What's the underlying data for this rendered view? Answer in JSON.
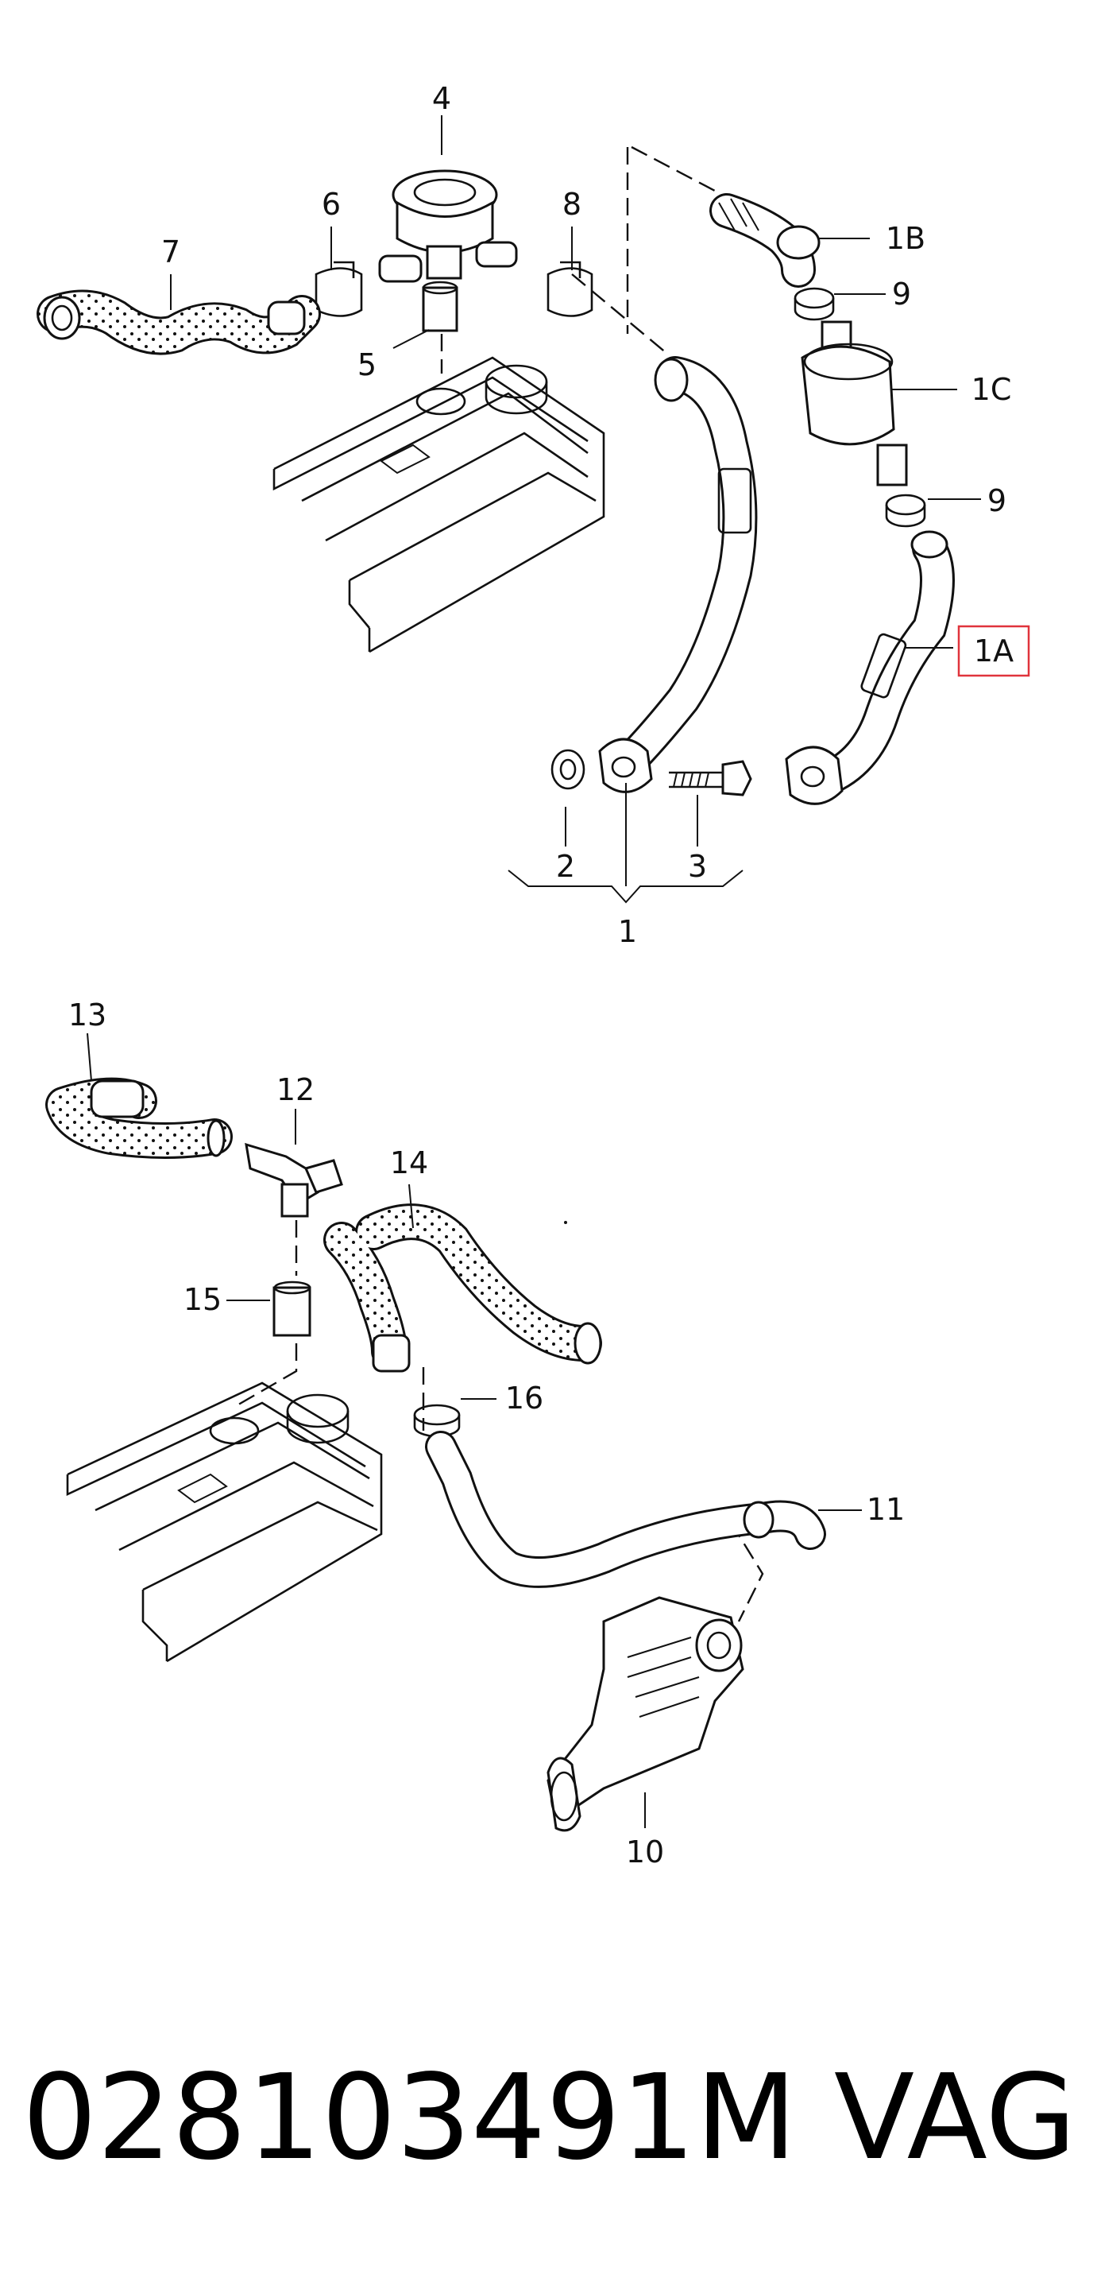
{
  "callouts": [
    {
      "id": "c4",
      "text": "4"
    },
    {
      "id": "c6",
      "text": "6"
    },
    {
      "id": "c7",
      "text": "7"
    },
    {
      "id": "c8",
      "text": "8"
    },
    {
      "id": "c5",
      "text": "5"
    },
    {
      "id": "c1B",
      "text": "1B"
    },
    {
      "id": "c9a",
      "text": "9"
    },
    {
      "id": "c1C",
      "text": "1C"
    },
    {
      "id": "c9b",
      "text": "9"
    },
    {
      "id": "c1A",
      "text": "1A"
    },
    {
      "id": "c2",
      "text": "2"
    },
    {
      "id": "c3",
      "text": "3"
    },
    {
      "id": "c1",
      "text": "1"
    },
    {
      "id": "c13",
      "text": "13"
    },
    {
      "id": "c12",
      "text": "12"
    },
    {
      "id": "c14",
      "text": "14"
    },
    {
      "id": "c15",
      "text": "15"
    },
    {
      "id": "c16",
      "text": "16"
    },
    {
      "id": "c11",
      "text": "11"
    },
    {
      "id": "c10",
      "text": "10"
    }
  ],
  "highlight": {
    "color": "#e0343c",
    "label": "1A"
  },
  "footer": {
    "part_number": "028103491M",
    "brand": "VAG"
  }
}
